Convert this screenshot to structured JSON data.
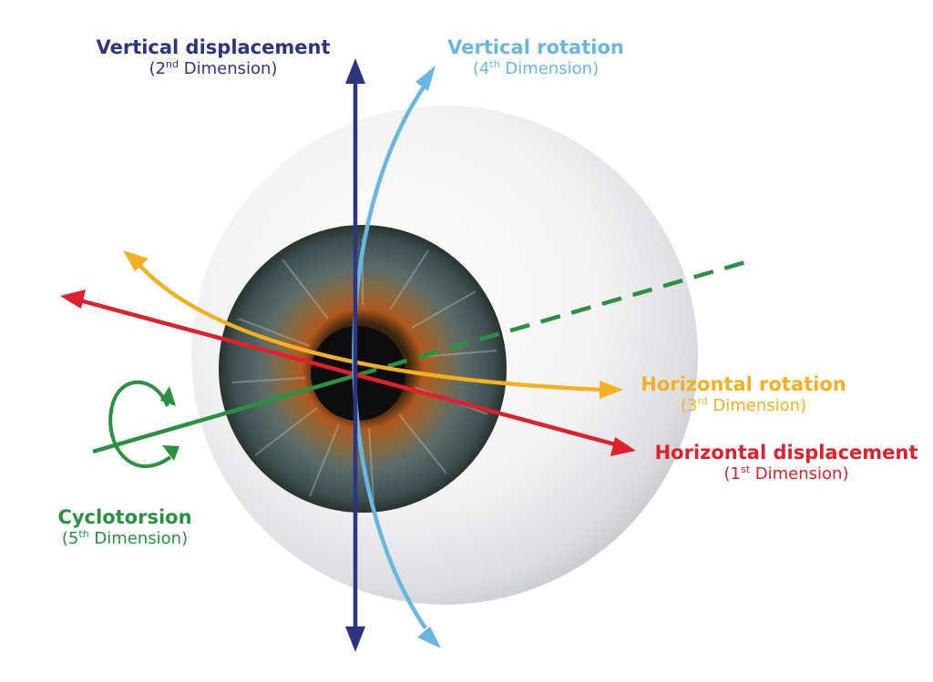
{
  "colors": {
    "vertical_displacement": "#2e3580",
    "vertical_rotation": "#6ab6e2",
    "horizontal_rotation": "#f4b021",
    "horizontal_displacement": "#e0202c",
    "cyclotorsion": "#2a9042"
  },
  "labels": {
    "vertical_displacement": {
      "title": "Vertical displacement",
      "open": "(",
      "num": "2",
      "sup": "nd",
      "rest": " Dimension)"
    },
    "vertical_rotation": {
      "title": "Vertical rotation",
      "open": "(",
      "num": "4",
      "sup": "th",
      "rest": " Dimension)"
    },
    "horizontal_rotation": {
      "title": "Horizontal rotation",
      "open": "(",
      "num": "3",
      "sup": "rd",
      "rest": " Dimension)"
    },
    "horizontal_displacement": {
      "title": "Horizontal displacement",
      "open": "(",
      "num": "1",
      "sup": "st",
      "rest": " Dimension)"
    },
    "cyclotorsion": {
      "title": "Cyclotorsion",
      "open": "(",
      "num": "5",
      "sup": "th",
      "rest": " Dimension)"
    }
  },
  "icons": [
    "eyeball-illustration",
    "arrow-head-icon",
    "rotation-arrow-icon"
  ]
}
